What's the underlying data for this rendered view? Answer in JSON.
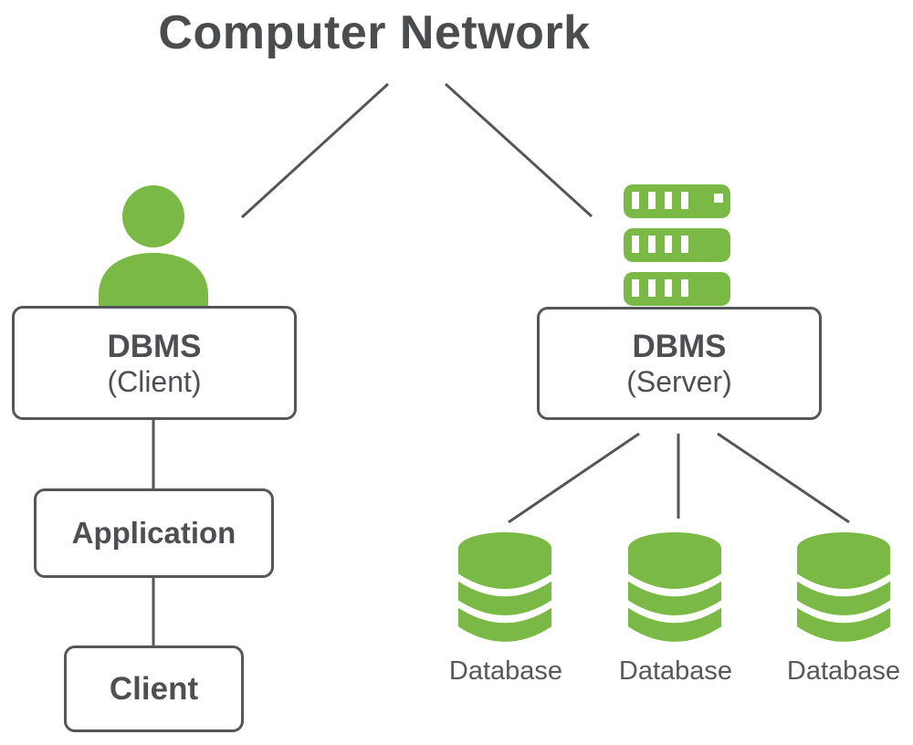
{
  "title": "Computer Network",
  "colors": {
    "accent_green": "#7BB946",
    "line_gray": "#55565A",
    "text_dark": "#4E4F52"
  },
  "left_branch": {
    "icon": "user-icon",
    "dbms_box": {
      "line1": "DBMS",
      "line2": "(Client)"
    },
    "application_box": {
      "label": "Application"
    },
    "client_box": {
      "label": "Client"
    }
  },
  "right_branch": {
    "icon": "server-stack-icon",
    "dbms_box": {
      "line1": "DBMS",
      "line2": "(Server)"
    },
    "databases": [
      {
        "icon": "database-cylinder-icon",
        "label": "Database"
      },
      {
        "icon": "database-cylinder-icon",
        "label": "Database"
      },
      {
        "icon": "database-cylinder-icon",
        "label": "Database"
      }
    ]
  }
}
